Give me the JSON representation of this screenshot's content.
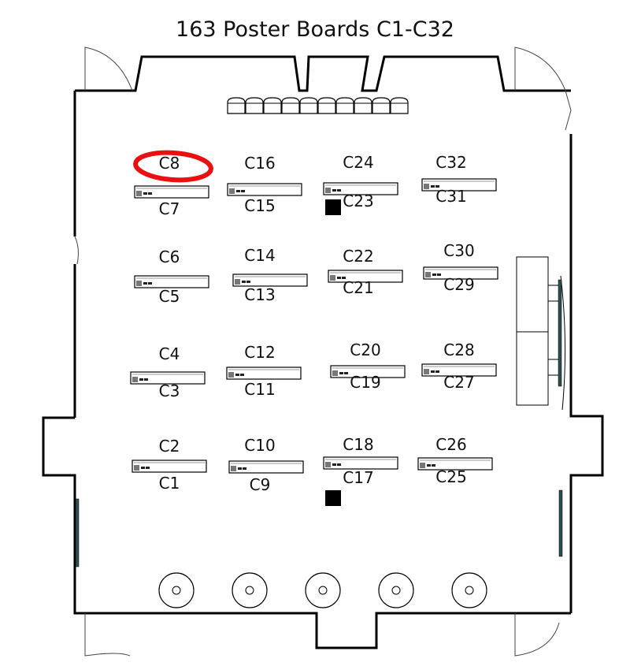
{
  "title": "163 Poster Boards C1-C32",
  "highlighted_board": "C8",
  "highlight_color": "#e81010",
  "panel_color": "#2f4f4f",
  "boards": [
    {
      "top": "C8",
      "bottom": "C7"
    },
    {
      "top": "C16",
      "bottom": "C15"
    },
    {
      "top": "C24",
      "bottom": "C23"
    },
    {
      "top": "C32",
      "bottom": "C31"
    },
    {
      "top": "C6",
      "bottom": "C5"
    },
    {
      "top": "C14",
      "bottom": "C13"
    },
    {
      "top": "C22",
      "bottom": "C21"
    },
    {
      "top": "C30",
      "bottom": "C29"
    },
    {
      "top": "C4",
      "bottom": "C3"
    },
    {
      "top": "C12",
      "bottom": "C11"
    },
    {
      "top": "C20",
      "bottom": "C19"
    },
    {
      "top": "C28",
      "bottom": "C27"
    },
    {
      "top": "C2",
      "bottom": "C1"
    },
    {
      "top": "C10",
      "bottom": "C9"
    },
    {
      "top": "C18",
      "bottom": "C17"
    },
    {
      "top": "C26",
      "bottom": "C25"
    }
  ],
  "chair_count": 10,
  "column_count": 5
}
